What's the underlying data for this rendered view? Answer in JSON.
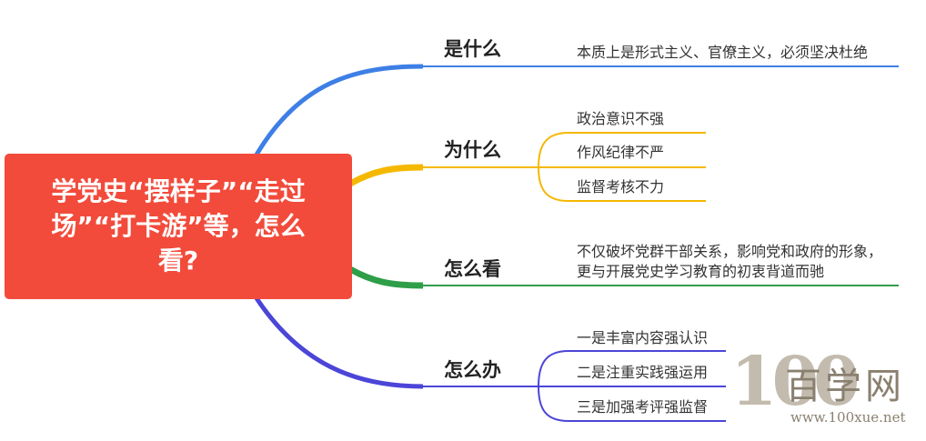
{
  "central_topic": "学党史“摆样子”“走过场”“打卡游”等，怎么看?",
  "colors": {
    "central_bg": "#f24b3b",
    "branch_what": "#3e7fe6",
    "branch_why": "#f5b800",
    "branch_view": "#2e9e48",
    "branch_do": "#4b45d8"
  },
  "branches": [
    {
      "label": "是什么",
      "items": [
        "本质上是形式主义、官僚主义，必须坚决杜绝"
      ]
    },
    {
      "label": "为什么",
      "items": [
        "政治意识不强",
        "作风纪律不严",
        "监督考核不力"
      ]
    },
    {
      "label": "怎么看",
      "items": [
        "不仅破坏党群干部关系，影响党和政府的形象，更与开展党史学习教育的初衷背道而驰"
      ]
    },
    {
      "label": "怎么办",
      "items": [
        "一是丰富内容强认识",
        "二是注重实践强运用",
        "三是加强考评强监督"
      ]
    }
  ],
  "watermark": {
    "digits": "100",
    "name": "百学网",
    "url": "www.100xue.net"
  }
}
